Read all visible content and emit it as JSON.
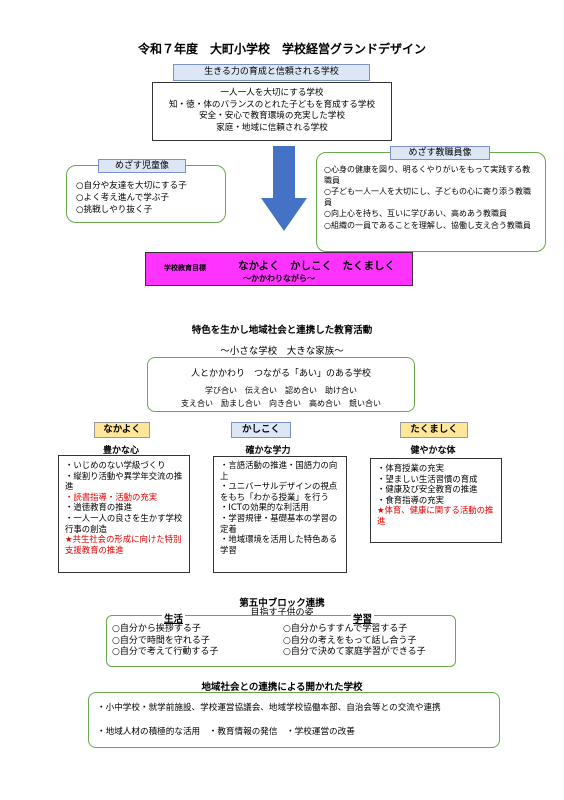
{
  "title": "令和７年度　大町小学校　学校経営グランドデザイン",
  "top_banner": "生きる力の育成と信頼される学校",
  "policies": [
    "一人一人を大切にする学校",
    "知・徳・体のバランスのとれた子どもを育成する学校",
    "安全・安心で教育環境の充実した学校",
    "家庭・地域に信頼される学校"
  ],
  "child_image": {
    "label": "めざす児童像",
    "items": [
      "○自分や友達を大切にする子",
      "○よく考え進んで学ぶ子",
      "○挑戦しやり抜く子"
    ]
  },
  "teacher_image": {
    "label": "めざす教職員像",
    "items": [
      "○心身の健康を図り、明るくやりがいをもって実践する教職員",
      "○子ども一人一人を大切にし、子どもの心に寄り添う教職員",
      "○向上心を持ち、互いに学びあい、高めあう教職員",
      "○組織の一員であることを理解し、協働し支え合う教職員"
    ]
  },
  "goal": {
    "prefix": "学校教育目標",
    "main": "なかよく　かしこく　たくましく",
    "sub": "～かかわりながら～"
  },
  "feature": {
    "heading": "特色を生かし地域社会と連携した教育活動",
    "subheading": "～小さな学校　大きな家族～",
    "line1": "人とかかわり　つながる「あい」のある学校",
    "line2": "学び合い　伝え合い　認め合い　助け合い",
    "line3": "支え合い　励まし合い　向き合い　高め合い　競い合い"
  },
  "pillars": [
    {
      "label": "なかよく",
      "title": "豊かな心",
      "items": [
        {
          "text": "・いじめのない学級づくり",
          "red": false
        },
        {
          "text": "・縦割り活動や異学年交流の推進",
          "red": false
        },
        {
          "text": "・読書指導・活動の充実",
          "red": true
        },
        {
          "text": "・道徳教育の推進",
          "red": false
        },
        {
          "text": "・一人一人の良さを生かす学校行事の創造",
          "red": false
        },
        {
          "text": "★共生社会の形成に向けた特別支援教育の推進",
          "red": true
        }
      ]
    },
    {
      "label": "かしこく",
      "title": "確かな学力",
      "items": [
        {
          "text": "・言語活動の推進・国語力の向上",
          "red": false
        },
        {
          "text": "・ユニバーサルデザインの視点をもち「わかる授業」を行う",
          "red": false
        },
        {
          "text": "・ICTの効果的な利活用",
          "red": false
        },
        {
          "text": "・学習規律・基礎基本の学習の定着",
          "red": false
        },
        {
          "text": "・地域環境を活用した特色ある学習",
          "red": false
        }
      ]
    },
    {
      "label": "たくましく",
      "title": "健やかな体",
      "items": [
        {
          "text": "・体育授業の充実",
          "red": false
        },
        {
          "text": "・望ましい生活習慣の育成",
          "red": false
        },
        {
          "text": "・健康及び安全教育の推進",
          "red": false
        },
        {
          "text": "・食育指導の充実",
          "red": false
        },
        {
          "text": "★体育、健康に関する活動の推進",
          "red": true
        }
      ]
    }
  ],
  "block": {
    "heading": "第五中ブロック連携",
    "subheading": "目指す子供の姿",
    "life_label": "生活",
    "study_label": "学習",
    "life_items": [
      "○自分から挨拶する子",
      "○自分で時間を守れる子",
      "○自分で考えて行動する子"
    ],
    "study_items": [
      "○自分からすすんで学習する子",
      "○自分の考えをもって話し合う子",
      "○自分で決めて家庭学習ができる子"
    ]
  },
  "community": {
    "heading": "地域社会との連携による開かれた学校",
    "line1": "・小中学校・就学前施設、学校運営協議会、地域学校協働本部、自治会等との交流や連携",
    "line2": "・地域人材の積極的な活用　・教育情報の発信　・学校運営の改善"
  },
  "colors": {
    "green_border": "#6aa84f",
    "blue_label": "#dde6f5",
    "arrow": "#4472c4",
    "goal_bg": "#ff33ff",
    "yellow": "#ffe699",
    "red_text": "#e00000"
  }
}
